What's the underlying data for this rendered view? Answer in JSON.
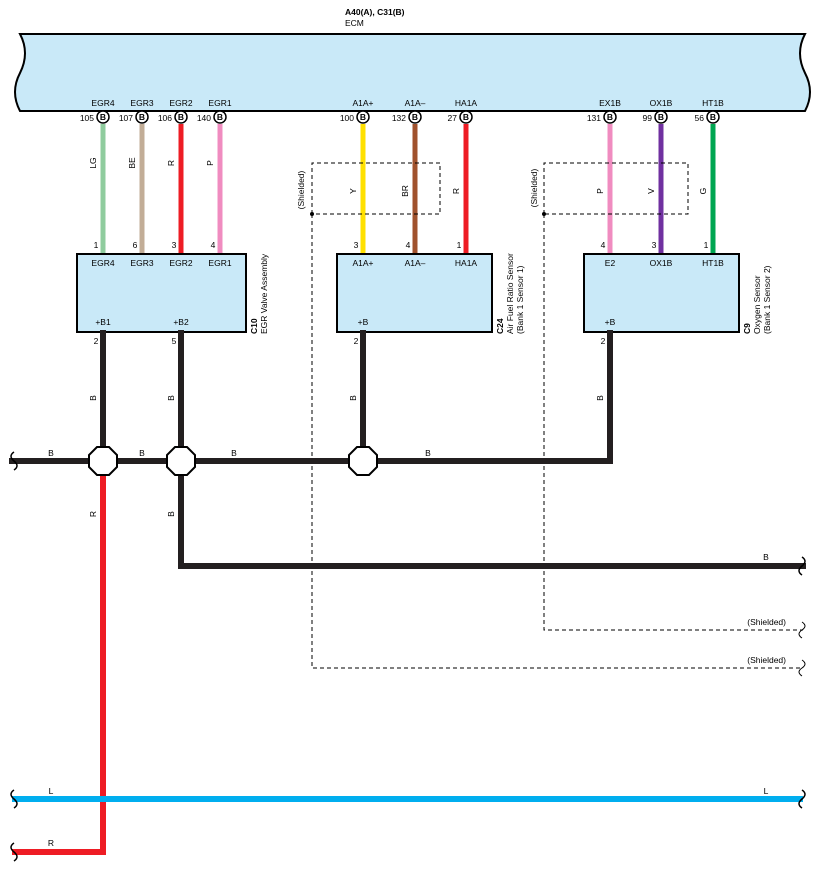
{
  "header": {
    "connector": "A40(A), C31(B)",
    "unit_name": "ECM"
  },
  "ecm": {
    "pins": [
      {
        "num": "105",
        "name": "EGR4",
        "conn": "B"
      },
      {
        "num": "107",
        "name": "EGR3",
        "conn": "B"
      },
      {
        "num": "106",
        "name": "EGR2",
        "conn": "B"
      },
      {
        "num": "140",
        "name": "EGR1",
        "conn": "B"
      },
      {
        "num": "100",
        "name": "A1A+",
        "conn": "B"
      },
      {
        "num": "132",
        "name": "A1A–",
        "conn": "B"
      },
      {
        "num": "27",
        "name": "HA1A",
        "conn": "B"
      },
      {
        "num": "131",
        "name": "EX1B",
        "conn": "B"
      },
      {
        "num": "99",
        "name": "OX1B",
        "conn": "B"
      },
      {
        "num": "56",
        "name": "HT1B",
        "conn": "B"
      }
    ]
  },
  "wires_top": [
    {
      "color_code": "LG",
      "hex": "#8fcc9e"
    },
    {
      "color_code": "BE",
      "hex": "#c2ad97"
    },
    {
      "color_code": "R",
      "hex": "#ee1c24"
    },
    {
      "color_code": "P",
      "hex": "#f08cc0"
    },
    {
      "color_code": "Y",
      "hex": "#ffe000"
    },
    {
      "color_code": "BR",
      "hex": "#a0522d"
    },
    {
      "color_code": "R",
      "hex": "#ee1c24"
    },
    {
      "color_code": "P",
      "hex": "#f08cc0"
    },
    {
      "color_code": "V",
      "hex": "#7030a0"
    },
    {
      "color_code": "G",
      "hex": "#00a651"
    }
  ],
  "shield_labels": [
    "(Shielded)",
    "(Shielded)",
    "(Shielded)",
    "(Shielded)"
  ],
  "components": [
    {
      "code": "C10",
      "name": "EGR Valve Assembly",
      "name2": "",
      "upper_pins": [
        {
          "num": "1",
          "name": "EGR4"
        },
        {
          "num": "6",
          "name": "EGR3"
        },
        {
          "num": "3",
          "name": "EGR2"
        },
        {
          "num": "4",
          "name": "EGR1"
        }
      ],
      "lower_pins": [
        {
          "num": "2",
          "name": "+B1"
        },
        {
          "num": "5",
          "name": "+B2"
        }
      ]
    },
    {
      "code": "C24",
      "name": "Air Fuel Ratio Sensor",
      "name2": "(Bank 1 Sensor 1)",
      "upper_pins": [
        {
          "num": "3",
          "name": "A1A+"
        },
        {
          "num": "4",
          "name": "A1A–"
        },
        {
          "num": "1",
          "name": "HA1A"
        }
      ],
      "lower_pins": [
        {
          "num": "2",
          "name": "+B"
        }
      ]
    },
    {
      "code": "C9",
      "name": "Oxygen Sensor",
      "name2": "(Bank 1 Sensor 2)",
      "upper_pins": [
        {
          "num": "4",
          "name": "E2"
        },
        {
          "num": "3",
          "name": "OX1B"
        },
        {
          "num": "1",
          "name": "HT1B"
        }
      ],
      "lower_pins": [
        {
          "num": "2",
          "name": "+B"
        }
      ]
    }
  ],
  "power_wires": {
    "vertical_codes": [
      "B",
      "B",
      "B",
      "B",
      "B",
      "R"
    ],
    "bus_codes": [
      "B",
      "B",
      "B",
      "B",
      "B"
    ]
  },
  "bottom_wires": [
    {
      "label": "L",
      "label_right": "L",
      "hex": "#00aeef"
    },
    {
      "label": "R",
      "hex": "#ee1c24"
    }
  ],
  "colors": {
    "ecm_fill": "#c9e9f8",
    "box_fill": "#c9e9f8",
    "black_wire": "#231f20"
  }
}
